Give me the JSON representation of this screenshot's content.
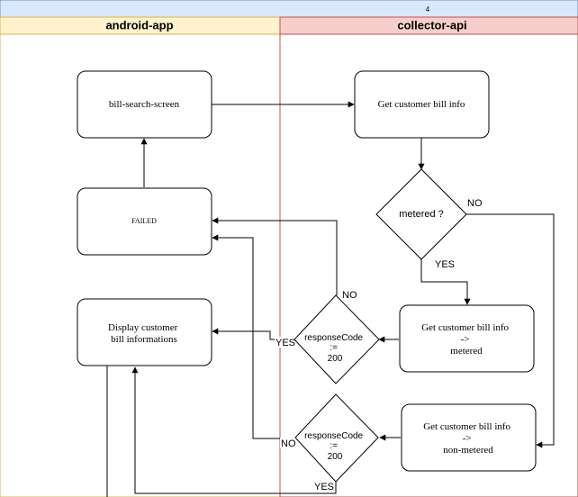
{
  "diagram": {
    "pool_label": "4",
    "lanes": [
      {
        "id": "android",
        "label": "android-app",
        "fill": "#fff2cc",
        "stroke": "#d6b656"
      },
      {
        "id": "collector",
        "label": "collector-api",
        "fill": "#f8cecc",
        "stroke": "#b85450"
      }
    ],
    "pool_colors": {
      "fill": "#dae8fc",
      "stroke": "#6c8ebf"
    },
    "nodes": {
      "bill_search": [
        "bill-search-screen"
      ],
      "get_info": [
        "Get customer bill info"
      ],
      "metered_q": [
        "metered ?"
      ],
      "failed": [
        "FAILED"
      ],
      "display": [
        "Display customer",
        "bill informations"
      ],
      "get_metered": [
        "Get customer bill info",
        "->",
        "metered"
      ],
      "resp1": [
        "responseCode",
        ":=",
        "200"
      ],
      "resp2": [
        "responseCode",
        ":=",
        "200"
      ],
      "get_nonmetered": [
        "Get customer bill info",
        "->",
        "non-metered"
      ]
    },
    "edge_labels": {
      "metered_no": "NO",
      "metered_yes": "YES",
      "resp1_no": "NO",
      "resp1_yes": "YES",
      "resp2_no": "NO",
      "resp2_yes": "YES"
    }
  }
}
